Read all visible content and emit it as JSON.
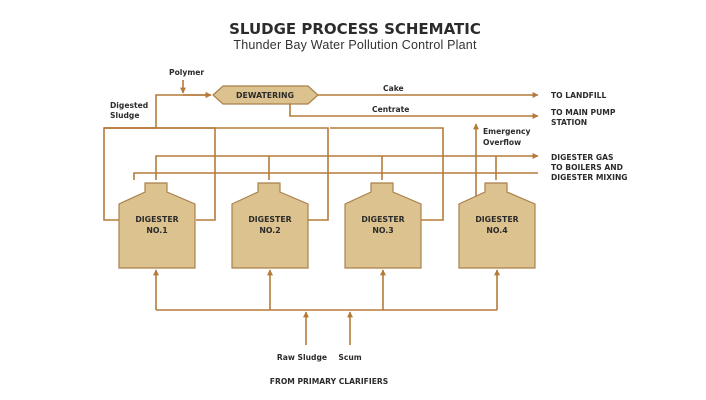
{
  "header": {
    "title": "SLUDGE PROCESS SCHEMATIC",
    "subtitle": "Thunder Bay Water Pollution Control Plant"
  },
  "process": {
    "dewatering": "DEWATERING",
    "digesters": [
      {
        "line1": "DIGESTER",
        "line2": "NO.1"
      },
      {
        "line1": "DIGESTER",
        "line2": "NO.2"
      },
      {
        "line1": "DIGESTER",
        "line2": "NO.3"
      },
      {
        "line1": "DIGESTER",
        "line2": "NO.4"
      }
    ]
  },
  "labels": {
    "polymer": "Polymer",
    "digested_line1": "Digested",
    "digested_line2": "Sludge",
    "cake": "Cake",
    "centrate": "Centrate",
    "emergency_line1": "Emergency",
    "emergency_line2": "Overflow",
    "raw_sludge": "Raw Sludge",
    "scum": "Scum",
    "from_primary": "FROM PRIMARY CLARIFIERS"
  },
  "destinations": {
    "landfill": "TO LANDFILL",
    "pump_line1": "TO MAIN PUMP",
    "pump_line2": "STATION",
    "gas_line1": "DIGESTER GAS",
    "gas_line2": "TO BOILERS AND",
    "gas_line3": "DIGESTER MIXING"
  },
  "colors": {
    "flow": "#b57a3a",
    "vessel_fill": "#dcc28e",
    "vessel_stroke": "#a9814c"
  }
}
